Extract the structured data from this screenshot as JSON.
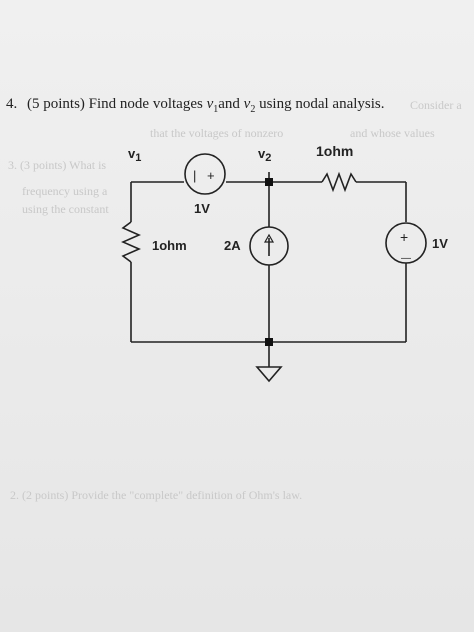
{
  "question": {
    "number": "4.",
    "points": "(5 points)",
    "prefix": "Find node voltages",
    "v1_sym": "v",
    "v1_sub": "1",
    "and": "and",
    "v2_sym": "v",
    "v2_sub": "2",
    "suffix": "using nodal analysis."
  },
  "circuit": {
    "node_v1_label": "v",
    "node_v1_sub": "1",
    "node_v2_label": "v",
    "node_v2_sub": "2",
    "top_resistor": "1ohm",
    "left_resistor": "1ohm",
    "top_source": "1V",
    "top_source_minus": "|",
    "top_source_plus": "+",
    "current_source": "2A",
    "right_source": "1V",
    "right_source_plus": "+",
    "right_source_minus": "—"
  },
  "bleed_through": [
    "Consider a",
    "that the voltages of nonzero",
    "and whose values",
    "3. (3 points) What is",
    "frequency using a",
    "using the constant",
    "2. (2 points) Provide the \"complete\" definition of Ohm's law."
  ]
}
